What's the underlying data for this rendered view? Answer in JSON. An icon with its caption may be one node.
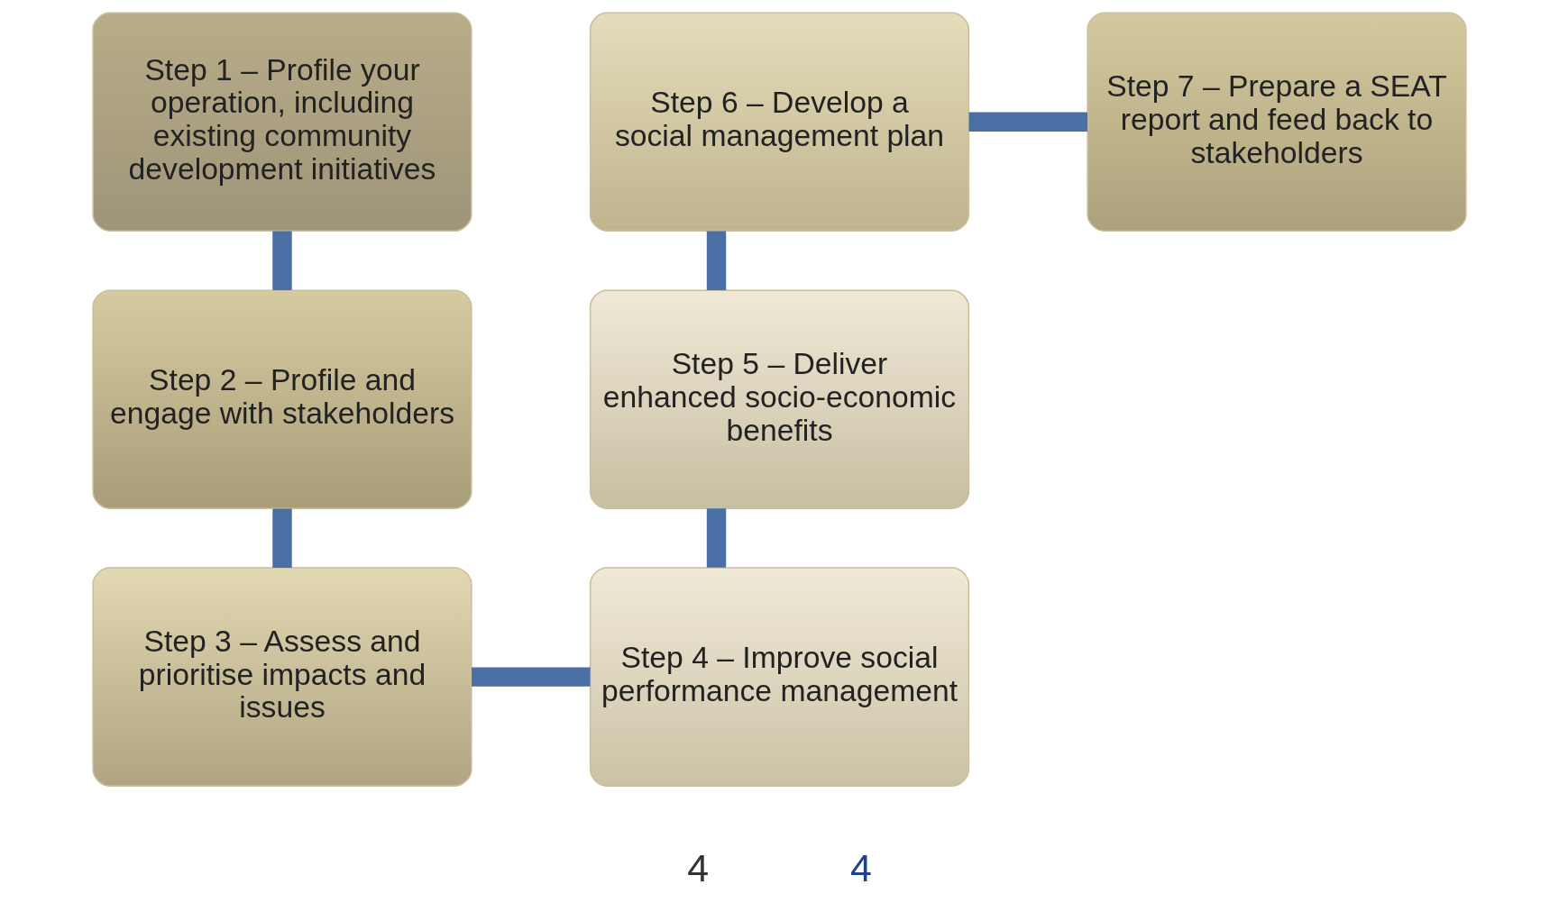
{
  "diagram": {
    "nodes": [
      {
        "text": [
          "Step 1 – Profile your operation, including existing community development initiatives"
        ]
      },
      {
        "text": [
          "Step 2 – Profile and engage with stakeholders"
        ]
      },
      {
        "text": [
          "Step 3 – Assess and prioritise impacts and issues"
        ]
      },
      {
        "text": [
          "Step 4 – Improve social performance management"
        ]
      },
      {
        "text": [
          "Step 5 – Deliver enhanced socio-economic benefits"
        ]
      },
      {
        "text": [
          "Step 6 – Develop a social management plan"
        ]
      },
      {
        "text": [
          "Step 7 – Prepare a SEAT report and feed back to stakeholders"
        ]
      }
    ],
    "edges": [
      {
        "from": 0,
        "to": 1,
        "arrow": "none"
      },
      {
        "from": 1,
        "to": 2,
        "arrow": "none"
      },
      {
        "from": 2,
        "to": 3,
        "arrow": "none"
      },
      {
        "from": 3,
        "to": 4,
        "arrow": "none"
      },
      {
        "from": 4,
        "to": 5,
        "arrow": "none"
      },
      {
        "from": 5,
        "to": 6,
        "arrow": "none"
      }
    ],
    "labels": [
      "4",
      "4"
    ]
  }
}
